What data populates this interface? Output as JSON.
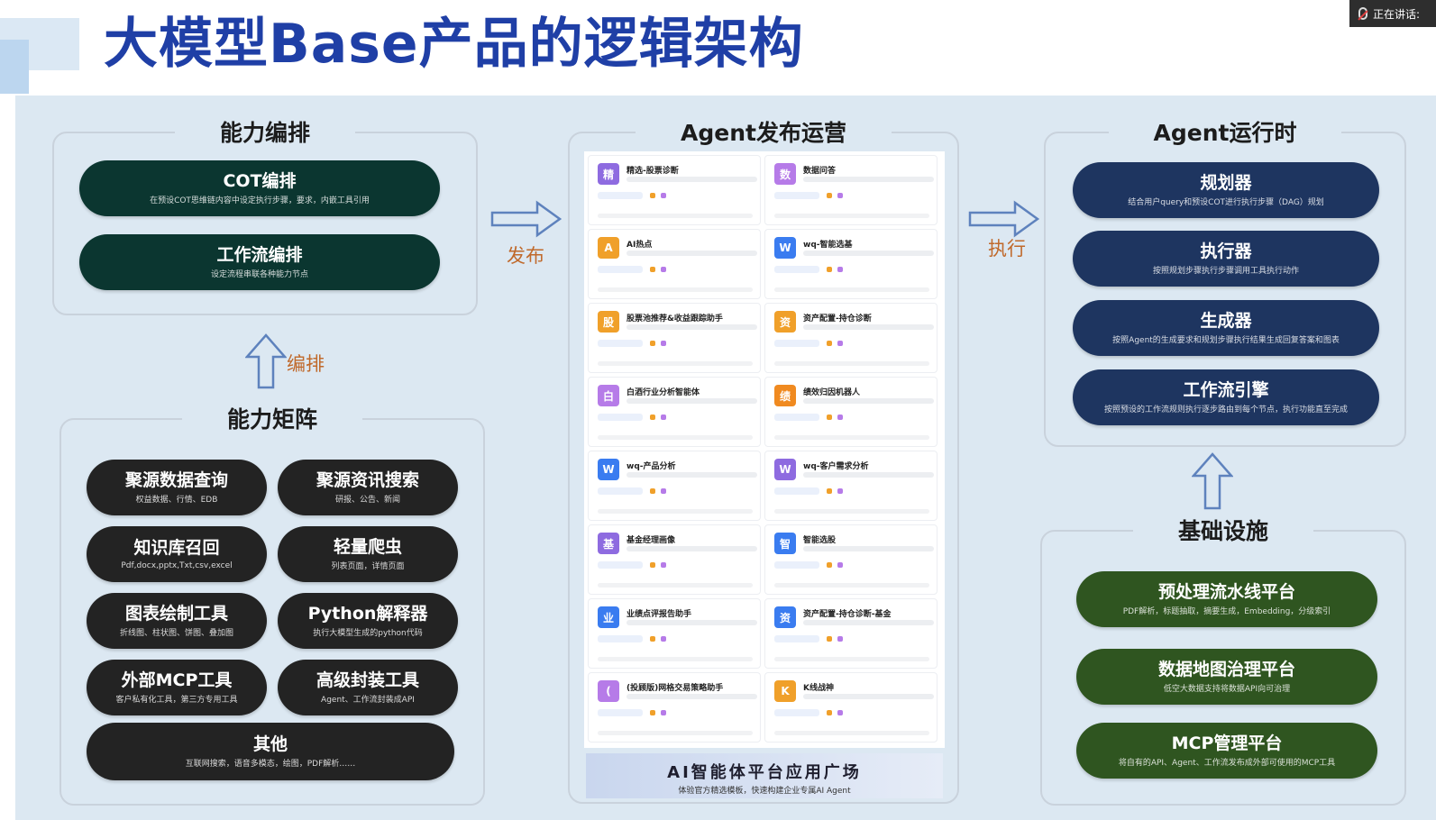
{
  "page_title": "大模型Base产品的逻辑架构",
  "speaking_indicator": "正在讲话:",
  "left_top": {
    "title": "能力编排",
    "items": [
      {
        "title": "COT编排",
        "subtitle": "在预设COT思维链内容中设定执行步骤，要求，内嵌工具引用"
      },
      {
        "title": "工作流编排",
        "subtitle": "设定流程串联各种能力节点"
      }
    ]
  },
  "arrow_orchestrate_label": "编排",
  "left_bottom": {
    "title": "能力矩阵",
    "items": [
      {
        "title": "聚源数据查询",
        "subtitle": "权益数据、行情、EDB"
      },
      {
        "title": "聚源资讯搜索",
        "subtitle": "研报、公告、新闻"
      },
      {
        "title": "知识库召回",
        "subtitle": "Pdf,docx,pptx,Txt,csv,excel"
      },
      {
        "title": "轻量爬虫",
        "subtitle": "列表页面，详情页面"
      },
      {
        "title": "图表绘制工具",
        "subtitle": "折线图、柱状图、饼图、叠加图"
      },
      {
        "title": "Python解释器",
        "subtitle": "执行大模型生成的python代码"
      },
      {
        "title": "外部MCP工具",
        "subtitle": "客户私有化工具，第三方专用工具"
      },
      {
        "title": "高级封装工具",
        "subtitle": "Agent、工作流封装成API"
      },
      {
        "title": "其他",
        "subtitle": "互联网搜索，语音多模态，绘图，PDF解析……"
      }
    ]
  },
  "arrow_publish_label": "发布",
  "middle": {
    "title": "Agent发布运营",
    "cards": [
      {
        "icon": "精",
        "name": "精选-股票诊断",
        "color": "#8e6be0"
      },
      {
        "icon": "数",
        "name": "数据问答",
        "color": "#b67be8"
      },
      {
        "icon": "A",
        "name": "AI热点",
        "color": "#f0a02a"
      },
      {
        "icon": "W",
        "name": "wq-智能选基",
        "color": "#3a7cf0"
      },
      {
        "icon": "股",
        "name": "股票池推荐&收益跟踪助手",
        "color": "#f0a02a"
      },
      {
        "icon": "资",
        "name": "资产配置-持仓诊断",
        "color": "#f0a02a"
      },
      {
        "icon": "白",
        "name": "白酒行业分析智能体",
        "color": "#b67be8"
      },
      {
        "icon": "绩",
        "name": "绩效归因机器人",
        "color": "#f08a20"
      },
      {
        "icon": "W",
        "name": "wq-产品分析",
        "color": "#3a7cf0"
      },
      {
        "icon": "W",
        "name": "wq-客户需求分析",
        "color": "#8e6be0"
      },
      {
        "icon": "基",
        "name": "基金经理画像",
        "color": "#8e6be0"
      },
      {
        "icon": "智",
        "name": "智能选股",
        "color": "#3a7cf0"
      },
      {
        "icon": "业",
        "name": "业绩点评报告助手",
        "color": "#3a7cf0"
      },
      {
        "icon": "资",
        "name": "资产配置-持仓诊断-基金",
        "color": "#3a7cf0"
      },
      {
        "icon": "(",
        "name": "(投顾版)网格交易策略助手",
        "color": "#b67be8"
      },
      {
        "icon": "K",
        "name": "K线战神",
        "color": "#f0a02a"
      }
    ],
    "banner_title": "AI智能体平台应用广场",
    "banner_subtitle": "体验官方精选模板，快速构建企业专属AI Agent"
  },
  "arrow_execute_label": "执行",
  "right_top": {
    "title": "Agent运行时",
    "items": [
      {
        "title": "规划器",
        "subtitle": "结合用户query和预设COT进行执行步骤（DAG）规划"
      },
      {
        "title": "执行器",
        "subtitle": "按照规划步骤执行步骤调用工具执行动作"
      },
      {
        "title": "生成器",
        "subtitle": "按照Agent的生成要求和规划步骤执行结果生成回复答案和图表"
      },
      {
        "title": "工作流引擎",
        "subtitle": "按照预设的工作流规则执行逐步路由到每个节点，执行功能直至完成"
      }
    ]
  },
  "right_bottom": {
    "title": "基础设施",
    "items": [
      {
        "title": "预处理流水线平台",
        "subtitle": "PDF解析，标题抽取，摘要生成，Embedding，分级索引"
      },
      {
        "title": "数据地图治理平台",
        "subtitle": "低空大数据支持将数据API向可治理"
      },
      {
        "title": "MCP管理平台",
        "subtitle": "将自有的API、Agent、工作流发布成外部可使用的MCP工具"
      }
    ]
  }
}
